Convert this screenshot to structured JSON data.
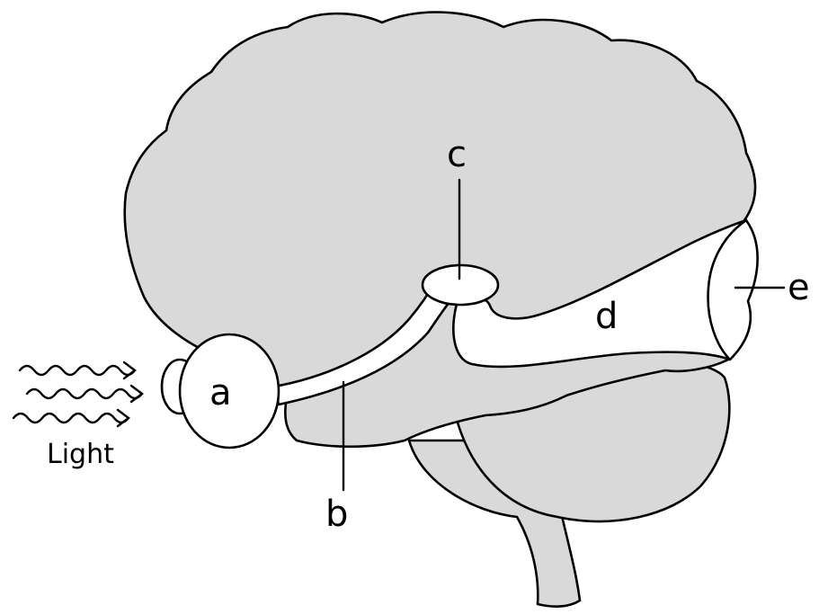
{
  "colors": {
    "tissue": "#d9d9d9",
    "pathway": "#ffffff",
    "outline": "#000000",
    "background": "#ffffff"
  },
  "labels": {
    "a": "a",
    "b": "b",
    "c": "c",
    "d": "d",
    "e": "e",
    "light": "Light"
  }
}
